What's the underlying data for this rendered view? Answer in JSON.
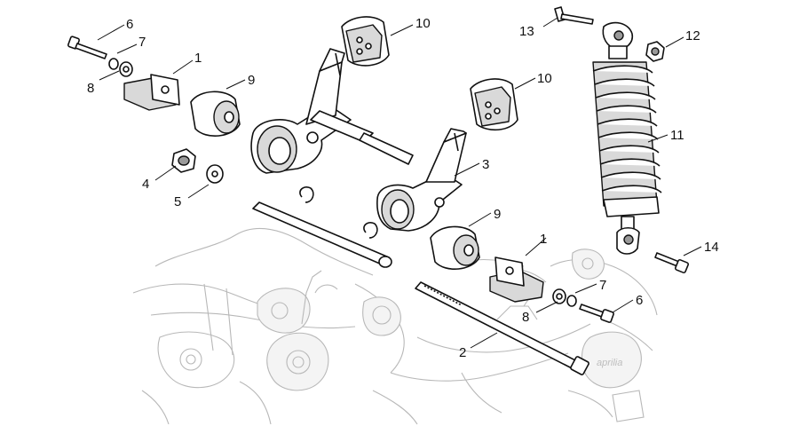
{
  "diagram": {
    "brand_mark": "aprilia",
    "callouts": [
      {
        "id": "c6a",
        "text": "6"
      },
      {
        "id": "c7a",
        "text": "7"
      },
      {
        "id": "c8a",
        "text": "8"
      },
      {
        "id": "c1a",
        "text": "1"
      },
      {
        "id": "c9a",
        "text": "9"
      },
      {
        "id": "c10a",
        "text": "10"
      },
      {
        "id": "c10b",
        "text": "10"
      },
      {
        "id": "c4",
        "text": "4"
      },
      {
        "id": "c5",
        "text": "5"
      },
      {
        "id": "c3",
        "text": "3"
      },
      {
        "id": "c9b",
        "text": "9"
      },
      {
        "id": "c1b",
        "text": "1"
      },
      {
        "id": "c7b",
        "text": "7"
      },
      {
        "id": "c8b",
        "text": "8"
      },
      {
        "id": "c6b",
        "text": "6"
      },
      {
        "id": "c2",
        "text": "2"
      },
      {
        "id": "c13",
        "text": "13"
      },
      {
        "id": "c12",
        "text": "12"
      },
      {
        "id": "c11",
        "text": "11"
      },
      {
        "id": "c14",
        "text": "14"
      }
    ]
  }
}
